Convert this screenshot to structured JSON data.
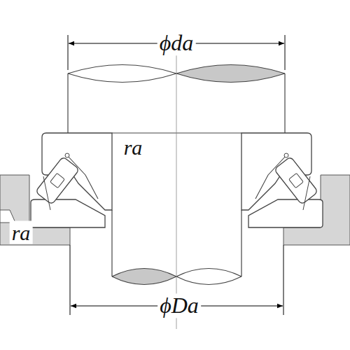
{
  "diagram": {
    "labels": [
      "ϕda",
      "ra",
      "ra",
      "ϕDa"
    ]
  }
}
